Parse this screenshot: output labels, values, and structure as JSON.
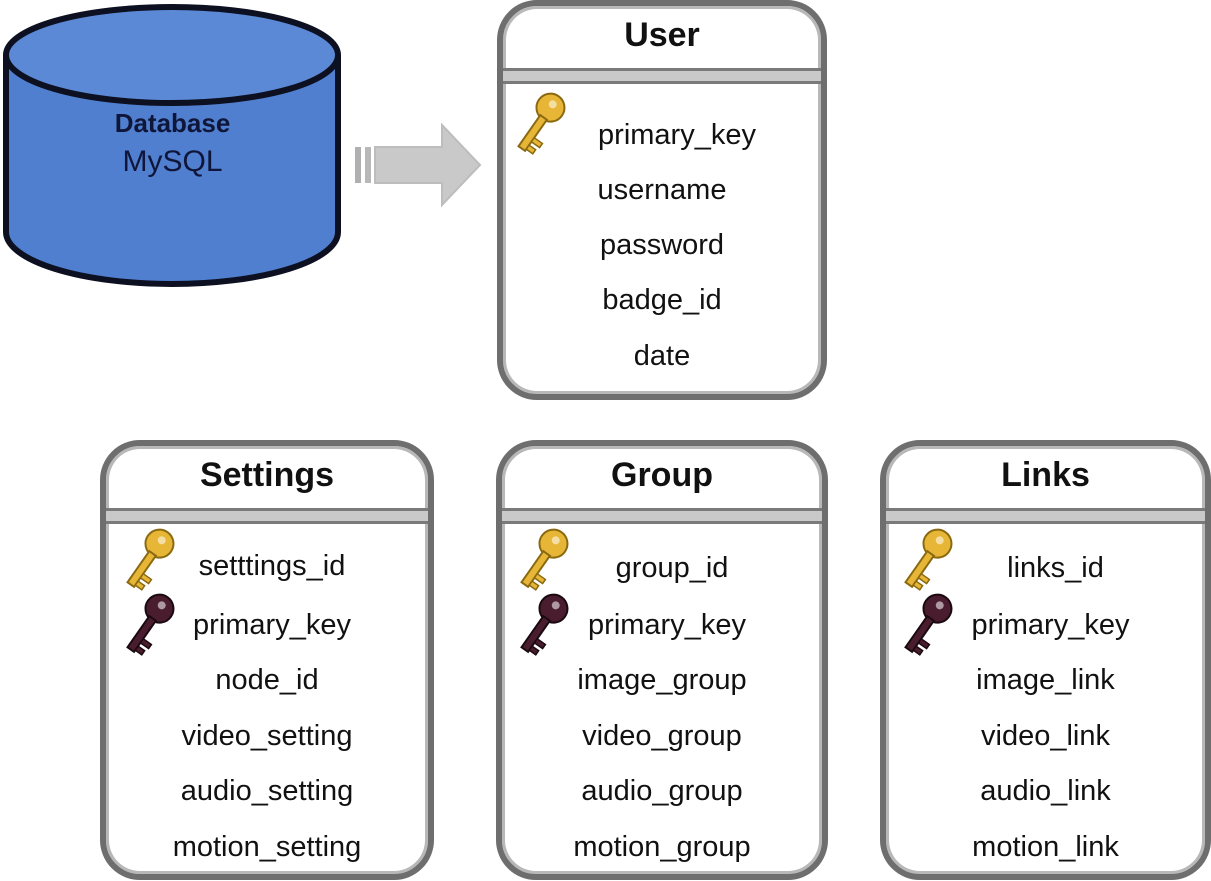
{
  "database": {
    "title": "Database",
    "subtitle": "MySQL"
  },
  "tables": {
    "user": {
      "title": "User",
      "fields": [
        "primary_key",
        "username",
        "password",
        "badge_id",
        "date"
      ],
      "keys": [
        "gold"
      ]
    },
    "settings": {
      "title": "Settings",
      "fields": [
        "setttings_id",
        "primary_key",
        "node_id",
        "video_setting",
        "audio_setting",
        "motion_setting"
      ],
      "keys": [
        "gold",
        "dark"
      ]
    },
    "group": {
      "title": "Group",
      "fields": [
        "group_id",
        "primary_key",
        "image_group",
        "video_group",
        "audio_group",
        "motion_group"
      ],
      "keys": [
        "gold",
        "dark"
      ]
    },
    "links": {
      "title": "Links",
      "fields": [
        "links_id",
        "primary_key",
        "image_link",
        "video_link",
        "audio_link",
        "motion_link"
      ],
      "keys": [
        "gold",
        "dark"
      ]
    }
  },
  "colors": {
    "database_fill": "#4f7fce",
    "database_stroke": "#0d1020",
    "arrow_fill": "#c9c9c9",
    "box_border": "#6e6e6e",
    "gold_key": "#e8b637",
    "dark_key": "#4a1d2e"
  },
  "icons": {
    "gold_key": "gold-key-icon",
    "dark_key": "foreign-key-icon",
    "arrow": "arrow-right-icon"
  }
}
